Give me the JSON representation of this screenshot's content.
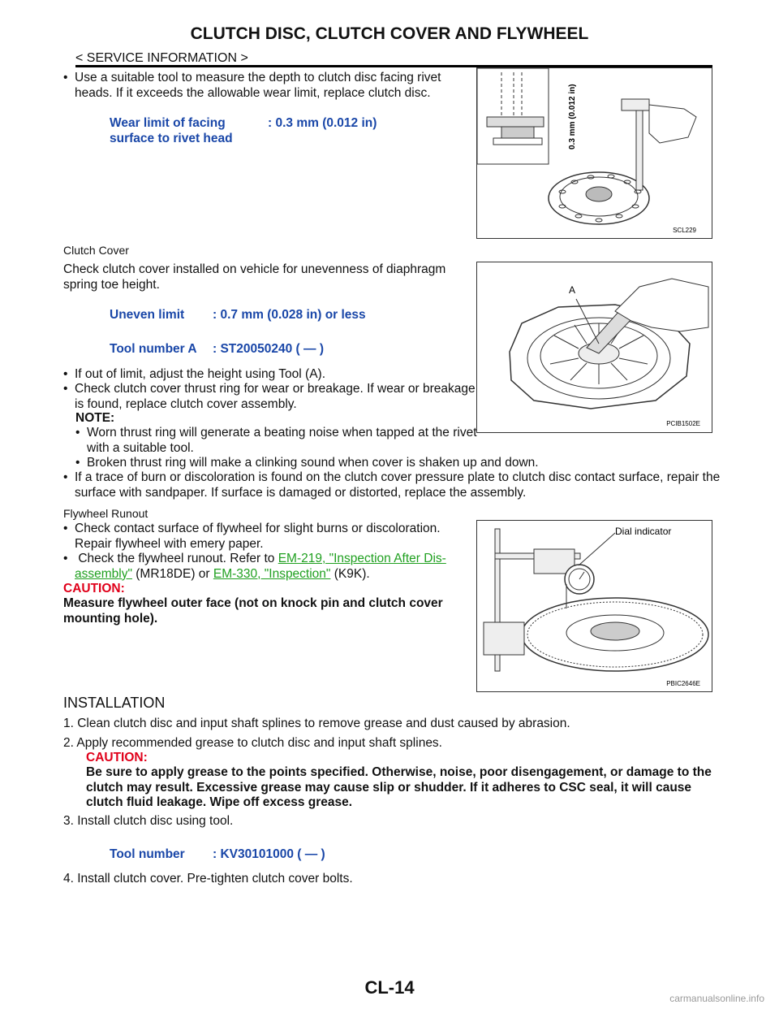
{
  "header": {
    "title": "CLUTCH DISC, CLUTCH COVER AND FLYWHEEL",
    "section": "< SERVICE INFORMATION >"
  },
  "wear": {
    "bullet": "Use a suitable tool to measure the depth to clutch disc facing rivet heads. If it exceeds the allowable wear limit, replace clutch disc.",
    "spec_label": "Wear limit of facing surface to rivet head",
    "spec_value": ": 0.3 mm (0.012 in)",
    "figure_id": "SCL229",
    "figure_label": "0.3 mm (0.012 in)"
  },
  "cover": {
    "heading": "Clutch Cover",
    "intro": "Check clutch cover installed on vehicle for unevenness of diaphragm spring toe height.",
    "spec1_label": "Uneven limit",
    "spec1_value": ": 0.7 mm (0.028 in) or less",
    "spec2_label": "Tool number A",
    "spec2_value": ": ST20050240 (    —    )",
    "bullet1": "If out of limit, adjust the height using Tool (A).",
    "bullet2": "Check clutch cover thrust ring for wear or breakage. If wear or breakage is found, replace clutch cover assembly.",
    "note_label": "NOTE:",
    "note1": "Worn thrust ring will generate a beating noise when tapped at the rivet with a suitable tool.",
    "note2": "Broken thrust ring will make a clinking sound when cover is shaken up and down.",
    "bullet3": "If a trace of burn or discoloration is found on the clutch cover pressure plate to clutch disc contact surface, repair the surface with sandpaper. If surface is damaged or distorted, replace the assembly.",
    "figure_id": "PCIB1502E",
    "figure_label": "A"
  },
  "flywheel": {
    "heading": "Flywheel Runout",
    "bullet1": "Check contact surface of flywheel for slight burns or discoloration. Repair flywheel with emery paper.",
    "bullet2_pre": "Check the flywheel runout. Refer to ",
    "link1_a": "EM-219, \"Inspection After Dis-",
    "link1_b": "assembly\"",
    "mid": " (MR18DE) or ",
    "link2": "EM-330, \"Inspection\"",
    "post": " (K9K).",
    "caution_label": "CAUTION:",
    "caution_text": "Measure flywheel outer face (not on knock pin and clutch cover mounting hole).",
    "figure_id": "PBIC2646E",
    "figure_label": "Dial indicator"
  },
  "installation": {
    "heading": "INSTALLATION",
    "step1": "1.   Clean clutch disc and input shaft splines to remove grease and dust caused by abrasion.",
    "step2": "2.   Apply recommended grease to clutch disc and input shaft splines.",
    "caution_label": "CAUTION:",
    "caution_text": "Be sure to apply grease to the points specified. Otherwise, noise, poor disengagement, or damage to the clutch may result. Excessive grease may cause slip or shudder. If it adheres to CSC seal, it will cause clutch fluid leakage. Wipe off excess grease.",
    "step3": "3.   Install clutch disc using tool.",
    "spec_label": "Tool number",
    "spec_value": ": KV30101000 (    —    )",
    "step4": "4.   Install clutch cover. Pre-tighten clutch cover bolts."
  },
  "footer": {
    "page": "CL-14",
    "watermark": "carmanualsonline.info"
  }
}
